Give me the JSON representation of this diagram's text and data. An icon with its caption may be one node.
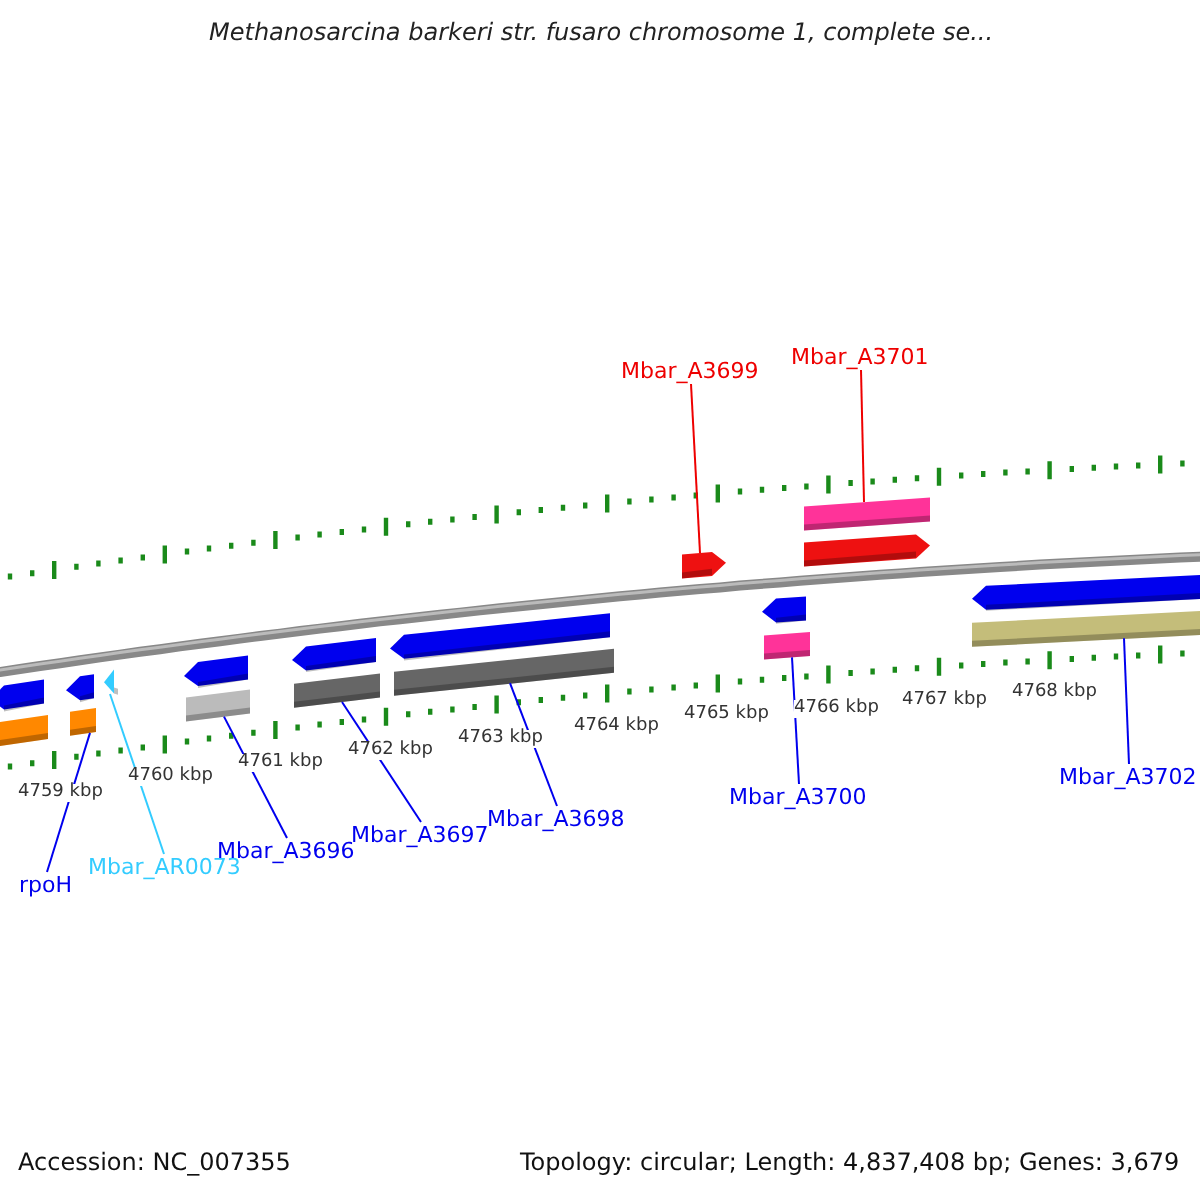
{
  "diagram": {
    "title": "Methanosarcina barkeri str. fusaro chromosome 1, complete se...",
    "nodes": [
      {
        "text": [
          "Mbar_A3699"
        ]
      },
      {
        "text": [
          "Mbar_A3701"
        ]
      },
      {
        "text": [
          "rpoH"
        ]
      },
      {
        "text": [
          "Mbar_AR0073"
        ]
      },
      {
        "text": [
          "Mbar_A3696"
        ]
      },
      {
        "text": [
          "Mbar_A3697"
        ]
      },
      {
        "text": [
          "Mbar_A3698"
        ]
      },
      {
        "text": [
          "Mbar_A3700"
        ]
      },
      {
        "text": [
          "Mbar_A3702"
        ]
      },
      {
        "text": [],
        "shape": "bar"
      },
      {
        "text": [],
        "shape": "bar"
      },
      {
        "text": [],
        "shape": "bar"
      },
      {
        "text": [],
        "shape": "bar"
      },
      {
        "text": [],
        "shape": "bar"
      },
      {
        "text": [],
        "shape": "bar"
      },
      {
        "text": [],
        "shape": "bar"
      },
      {
        "text": [],
        "shape": "bar"
      },
      {
        "text": [],
        "shape": "bar"
      }
    ],
    "edges": [
      {
        "from": 0,
        "to": 14,
        "arrow": "none",
        "color": "#ee0000"
      },
      {
        "from": 1,
        "to": 16,
        "arrow": "none",
        "color": "#ee0000"
      },
      {
        "from": 2,
        "to": 9,
        "arrow": "none"
      },
      {
        "from": 3,
        "to": 10,
        "arrow": "none",
        "color": "#33ccff"
      },
      {
        "from": 4,
        "to": 11,
        "arrow": "none"
      },
      {
        "from": 5,
        "to": 12,
        "arrow": "none"
      },
      {
        "from": 6,
        "to": 13,
        "arrow": "none"
      },
      {
        "from": 7,
        "to": 15,
        "arrow": "none"
      },
      {
        "from": 8,
        "to": 17,
        "arrow": "none"
      }
    ],
    "labels": [
      "4759 kbp",
      "4760 kbp",
      "4761 kbp",
      "4762 kbp",
      "4763 kbp",
      "4764 kbp",
      "4765 kbp",
      "4766 kbp",
      "4767 kbp",
      "4768 kbp",
      "Accession: NC_007355",
      "Topology: circular; Length: 4,837,408 bp; Genes: 3,679"
    ]
  }
}
